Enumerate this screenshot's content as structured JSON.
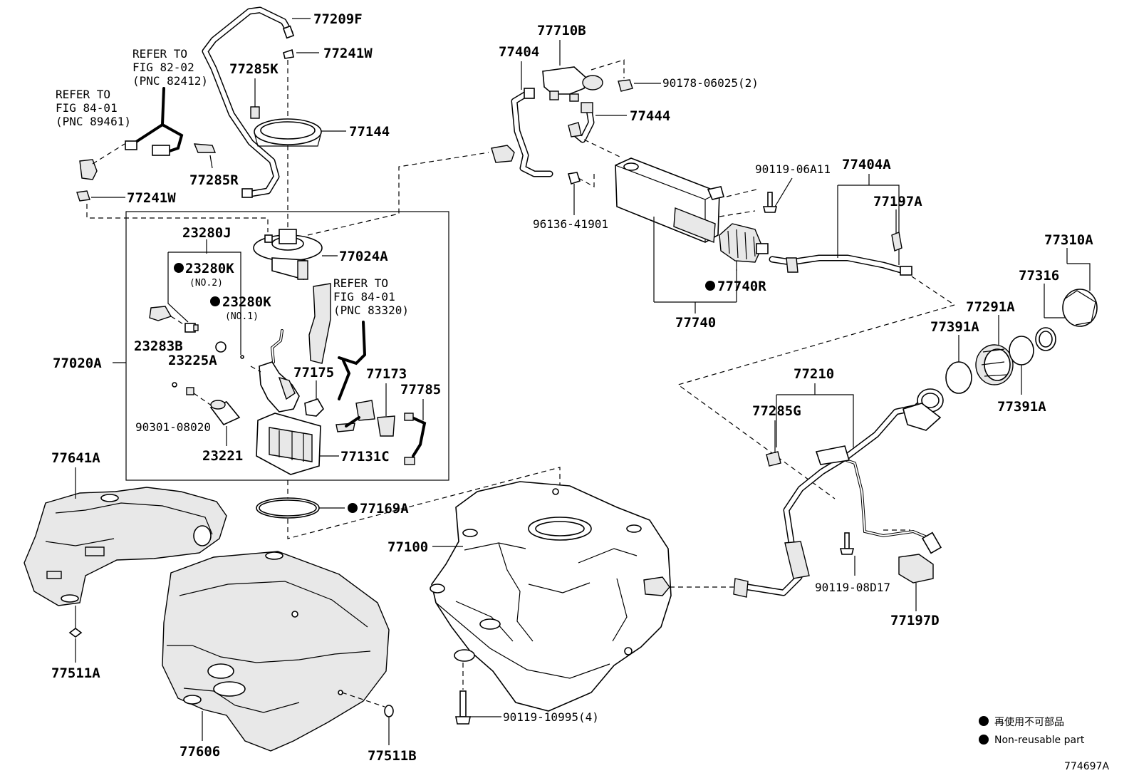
{
  "parts": {
    "p77209F": "77209F",
    "p77241W_top": "77241W",
    "p77285K": "77285K",
    "p77144": "77144",
    "p77285R": "77285R",
    "p77241W_left": "77241W",
    "p23280J": "23280J",
    "p77024A": "77024A",
    "p23280K_no2": "23280K",
    "p23280K_no1": "23280K",
    "p23283B": "23283B",
    "p23225A": "23225A",
    "p77020A": "77020A",
    "p77175": "77175",
    "p77173": "77173",
    "p77785": "77785",
    "p90301_08020": "90301-08020",
    "p23221": "23221",
    "p77131C": "77131C",
    "p77169A": "77169A",
    "p77641A": "77641A",
    "p77511A": "77511A",
    "p77606": "77606",
    "p77511B": "77511B",
    "p77100": "77100",
    "p90119_10995": "90119-10995(4)",
    "p77710B": "77710B",
    "p77404": "77404",
    "p90178_06025": "90178-06025(2)",
    "p77444": "77444",
    "p90119_06A11": "90119-06A11",
    "p77404A": "77404A",
    "p77197A": "77197A",
    "p96136_41901": "96136-41901",
    "p77740R": "77740R",
    "p77740": "77740",
    "p77310A": "77310A",
    "p77316": "77316",
    "p77291A": "77291A",
    "p77391A_left": "77391A",
    "p77391A_right": "77391A",
    "p77210": "77210",
    "p77285G": "77285G",
    "p90119_08D17": "90119-08D17",
    "p77197D": "77197D"
  },
  "notes": {
    "no2": "(NO.2)",
    "no1": "(NO.1)"
  },
  "refs": {
    "ref1": {
      "l1": "REFER TO",
      "l2": "FIG 82-02",
      "l3": "(PNC 82412)"
    },
    "ref2": {
      "l1": "REFER TO",
      "l2": "FIG 84-01",
      "l3": "(PNC 89461)"
    },
    "ref3": {
      "l1": "REFER TO",
      "l2": "FIG 84-01",
      "l3": "(PNC 83320)"
    }
  },
  "legend": {
    "jp": "再使用不可部品",
    "en": "Non-reusable part"
  },
  "figure_id": "774697A"
}
